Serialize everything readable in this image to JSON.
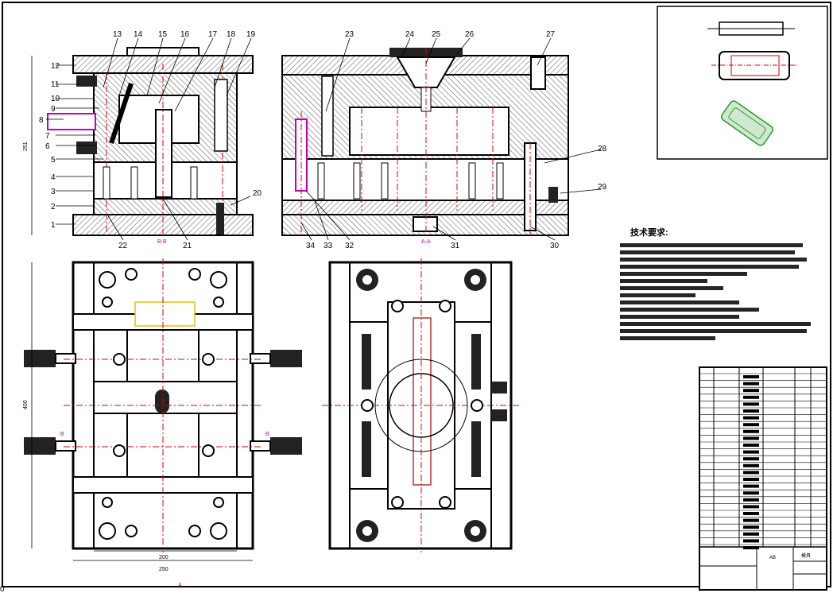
{
  "callouts_top": [
    "13",
    "14",
    "15",
    "16",
    "17",
    "18",
    "19",
    "23",
    "24",
    "25",
    "26",
    "27"
  ],
  "callouts_left": [
    "12",
    "11",
    "10",
    "9",
    "8",
    "7",
    "6",
    "5",
    "4",
    "3",
    "2",
    "1"
  ],
  "callouts_misc": [
    "20",
    "22",
    "21",
    "28",
    "29",
    "34",
    "33",
    "32",
    "31",
    "30"
  ],
  "dimensions": {
    "height_top": "251",
    "height_plan": "400",
    "width_inner": "200",
    "width_outer": "250"
  },
  "section_marks": {
    "left_section": "B-B",
    "right_section": "A-A",
    "bottom_mark": "A",
    "plan_b_left": "B",
    "plan_b_right": "B",
    "corner_zero": "0"
  },
  "tech_requirements_title": "技术要求:",
  "title_block": {
    "cell_a": "AB",
    "cell_b": "模具"
  },
  "colors": {
    "line": "#000000",
    "hatch": "#4d4d4d",
    "center_line": "#e00000",
    "magenta": "#c000c0",
    "yellow": "#e0c000",
    "green": "#2a9a2a"
  }
}
